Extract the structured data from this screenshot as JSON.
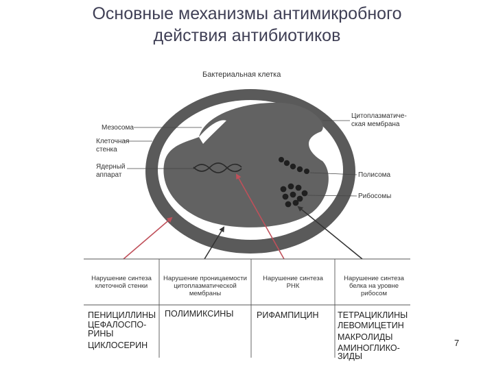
{
  "title": {
    "line1": "Основные механизмы антимикробного",
    "line2": "действия антибиотиков"
  },
  "diagram": {
    "cell_label": "Бактериальная клетка",
    "left_labels": {
      "mesosome": "Мезосома",
      "cell_wall_1": "Клеточная",
      "cell_wall_2": "стенка",
      "nucleus_1": "Ядерный",
      "nucleus_2": "аппарат"
    },
    "right_labels": {
      "membrane_1": "Цитоплазматиче-",
      "membrane_2": "ская мембрана",
      "polysome": "Полисома",
      "ribosomes": "Рибосомы"
    }
  },
  "table": {
    "headers": [
      [
        "Нарушение синтеза",
        "клеточной стенки"
      ],
      [
        "Нарушение проницаемости",
        "цитоплазматической",
        "мембраны"
      ],
      [
        "Нарушение синтеза",
        "РНК"
      ],
      [
        "Нарушение синтеза",
        "белка на уровне",
        "рибосом"
      ]
    ],
    "col1": [
      "ПЕНИЦИЛЛИНЫ",
      "ЦЕФАЛОСПО-",
      "РИНЫ",
      "ЦИКЛОСЕРИН"
    ],
    "col2": [
      "ПОЛИМИКСИНЫ"
    ],
    "col3": [
      "РИФАМПИЦИН"
    ],
    "col4": [
      "ТЕТРАЦИКЛИНЫ",
      "ЛЕВОМИЦЕТИН",
      "МАКРОЛИДЫ",
      "АМИНОГЛИКО-",
      "ЗИДЫ"
    ]
  },
  "page_number": "7",
  "colors": {
    "title": "#3f3f55",
    "cell_wall": "#5a5a5a",
    "cytoplasm": "#626262",
    "red_arrow": "#c0505a",
    "dark_arrow": "#333333"
  }
}
